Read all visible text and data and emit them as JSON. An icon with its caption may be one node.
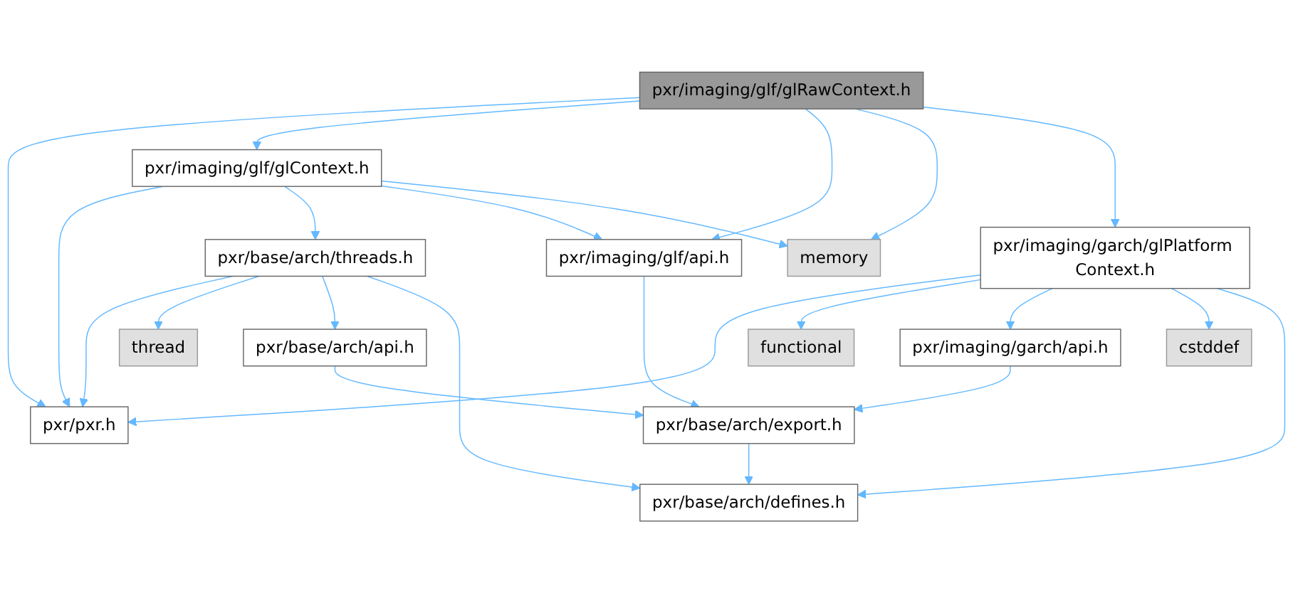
{
  "diagram": {
    "nodes": [
      {
        "text": [
          "pxr/imaging/glf/glRawContext.h"
        ]
      },
      {
        "text": [
          "pxr/imaging/glf/glContext.h"
        ]
      },
      {
        "text": [
          "pxr/base/arch/threads.h"
        ]
      },
      {
        "text": [
          "pxr/imaging/glf/api.h"
        ]
      },
      {
        "text": [
          "memory"
        ]
      },
      {
        "text": [
          "pxr/imaging/garch/glPlatform Context.h"
        ]
      },
      {
        "text": [
          "pxr/pxr.h"
        ]
      },
      {
        "text": [
          "thread"
        ]
      },
      {
        "text": [
          "pxr/base/arch/api.h"
        ]
      },
      {
        "text": [
          "functional"
        ]
      },
      {
        "text": [
          "pxr/imaging/garch/api.h"
        ]
      },
      {
        "text": [
          "cstddef"
        ]
      },
      {
        "text": [
          "pxr/base/arch/export.h"
        ]
      },
      {
        "text": [
          "pxr/base/arch/defines.h"
        ]
      }
    ],
    "edges": [
      {
        "from": 0,
        "to": 6,
        "arrow": "to"
      },
      {
        "from": 0,
        "to": 1,
        "arrow": "to"
      },
      {
        "from": 0,
        "to": 3,
        "arrow": "to"
      },
      {
        "from": 0,
        "to": 4,
        "arrow": "to"
      },
      {
        "from": 0,
        "to": 5,
        "arrow": "to"
      },
      {
        "from": 1,
        "to": 6,
        "arrow": "to"
      },
      {
        "from": 1,
        "to": 2,
        "arrow": "to"
      },
      {
        "from": 1,
        "to": 3,
        "arrow": "to"
      },
      {
        "from": 1,
        "to": 4,
        "arrow": "to"
      },
      {
        "from": 2,
        "to": 6,
        "arrow": "to"
      },
      {
        "from": 2,
        "to": 7,
        "arrow": "to"
      },
      {
        "from": 2,
        "to": 8,
        "arrow": "to"
      },
      {
        "from": 2,
        "to": 13,
        "arrow": "to"
      },
      {
        "from": 3,
        "to": 12,
        "arrow": "to"
      },
      {
        "from": 5,
        "to": 6,
        "arrow": "to"
      },
      {
        "from": 5,
        "to": 9,
        "arrow": "to"
      },
      {
        "from": 5,
        "to": 10,
        "arrow": "to"
      },
      {
        "from": 5,
        "to": 11,
        "arrow": "to"
      },
      {
        "from": 5,
        "to": 13,
        "arrow": "to"
      },
      {
        "from": 8,
        "to": 12,
        "arrow": "to"
      },
      {
        "from": 10,
        "to": 12,
        "arrow": "to"
      },
      {
        "from": 12,
        "to": 13,
        "arrow": "to"
      }
    ]
  }
}
